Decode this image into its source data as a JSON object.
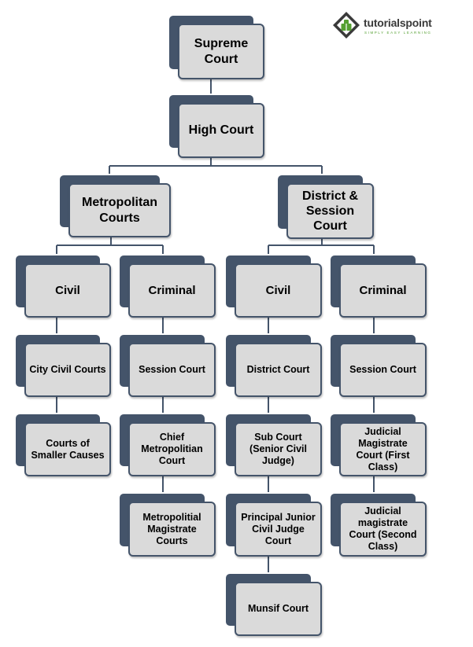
{
  "logo": {
    "name": "tutorialspoint",
    "tagline": "SIMPLY EASY LEARNING",
    "brand_color": "#55a032",
    "icon": "tutorialspoint-logo-icon"
  },
  "colors": {
    "back_block": "#44546a",
    "box_fill": "#dadada",
    "line": "#44546a"
  },
  "nodes": {
    "supreme": "Supreme Court",
    "high": "High Court",
    "metro": "Metropolitan Courts",
    "district_session": "District & Session Court",
    "metro_civil": "Civil",
    "metro_criminal": "Criminal",
    "ds_civil": "Civil",
    "ds_criminal": "Criminal",
    "city_civil": "City Civil Courts",
    "smaller_causes": "Courts of Smaller Causes",
    "metro_session": "Session  Court",
    "chief_metro": "Chief Metropolitian Court",
    "metro_magistrate": "Metropolitial Magistrate Courts",
    "district_court": "District Court",
    "sub_court": "Sub Court (Senior Civil Judge)",
    "principal_junior": "Principal Junior Civil Judge Court",
    "munsif": "Munsif Court",
    "ds_session": "Session Court",
    "jm_first": "Judicial Magistrate Court (First Class)",
    "jm_second": "Judicial magistrate Court (Second Class)"
  }
}
